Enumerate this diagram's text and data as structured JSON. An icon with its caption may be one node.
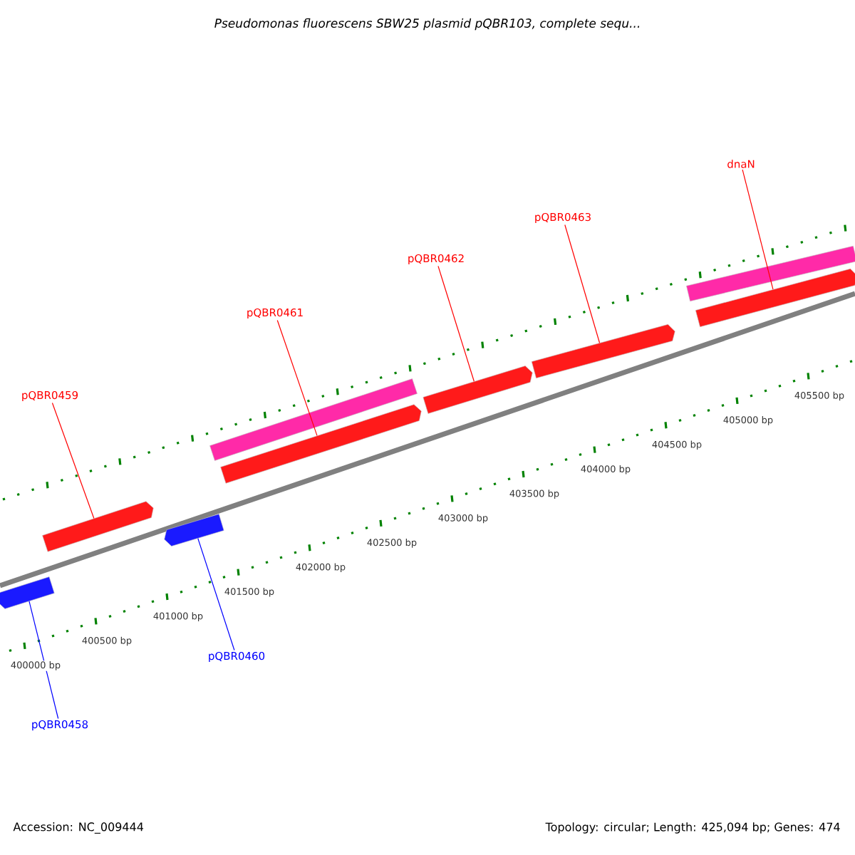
{
  "diagram": {
    "title": "*Pseudomonas fluorescens* SBW25 plasmid pQBR103, complete sequ...",
    "nodes": [
      {
        "text": [
          "pQBR0459"
        ]
      },
      {
        "text": [
          "pQBR0461"
        ]
      },
      {
        "text": [
          "pQBR0462"
        ]
      },
      {
        "text": [
          "pQBR0463"
        ]
      },
      {
        "text": [
          "dnaN"
        ]
      },
      {
        "text": [
          "pQBR0460"
        ]
      },
      {
        "text": [
          "pQBR0458"
        ]
      },
      {
        "text": [],
        "shape": "arrow"
      },
      {
        "text": [],
        "shape": "bar"
      },
      {
        "text": [],
        "shape": "arrow"
      },
      {
        "text": [],
        "shape": "arrow"
      },
      {
        "text": [],
        "shape": "arrow"
      },
      {
        "text": [],
        "shape": "bar"
      },
      {
        "text": [],
        "shape": "arrow"
      },
      {
        "text": [],
        "shape": "arrow"
      },
      {
        "text": [],
        "shape": "arrow"
      }
    ],
    "edges": [
      {
        "from": 0,
        "to": 7,
        "arrow": "none"
      },
      {
        "from": 1,
        "to": 9,
        "arrow": "none"
      },
      {
        "from": 2,
        "to": 10,
        "arrow": "none"
      },
      {
        "from": 3,
        "to": 11,
        "arrow": "none"
      },
      {
        "from": 4,
        "to": 13,
        "arrow": "none"
      },
      {
        "from": 5,
        "to": 15,
        "arrow": "none",
        "color": "#0000ff"
      },
      {
        "from": 6,
        "to": 14,
        "arrow": "none",
        "color": "#0000ff"
      }
    ],
    "labels": [
      "400000 bp",
      "400500 bp",
      "401000 bp",
      "401500 bp",
      "402000 bp",
      "402500 bp",
      "403000 bp",
      "403500 bp",
      "404000 bp",
      "404500 bp",
      "405000 bp",
      "405500 bp",
      "Accession: NC_009444",
      "Topology: circular; Length: 425,094 bp; Genes: 474"
    ]
  }
}
